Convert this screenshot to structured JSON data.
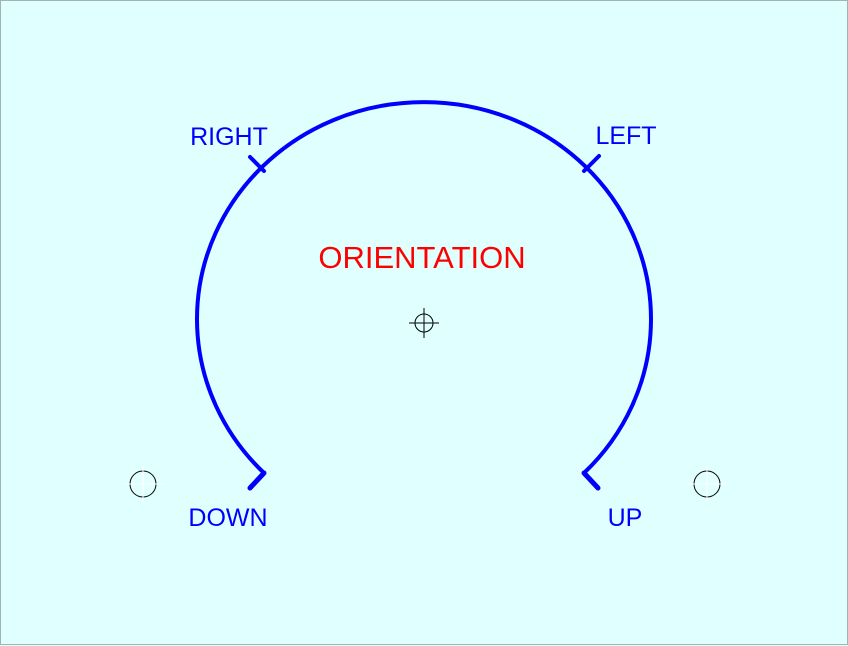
{
  "title": "ORIENTATION",
  "labels": {
    "right": "RIGHT",
    "left": "LEFT",
    "down": "DOWN",
    "up": "UP"
  },
  "colors": {
    "background": "#e0ffff",
    "arc": "#0000ff",
    "labels": "#0000ff",
    "title": "#ff0000"
  }
}
